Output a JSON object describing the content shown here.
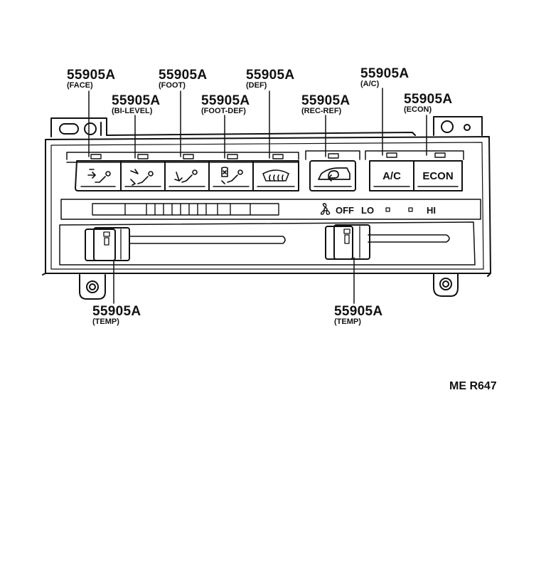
{
  "callouts": [
    {
      "key": "face",
      "part": "55905A",
      "label": "(FACE)"
    },
    {
      "key": "bi_level",
      "part": "55905A",
      "label": "(BI-LEVEL)"
    },
    {
      "key": "foot",
      "part": "55905A",
      "label": "(FOOT)"
    },
    {
      "key": "foot_def",
      "part": "55905A",
      "label": "(FOOT-DEF)"
    },
    {
      "key": "def",
      "part": "55905A",
      "label": "(DEF)"
    },
    {
      "key": "rec_ref",
      "part": "55905A",
      "label": "(REC-REF)"
    },
    {
      "key": "ac",
      "part": "55905A",
      "label": "(A/C)"
    },
    {
      "key": "econ",
      "part": "55905A",
      "label": "(ECON)"
    },
    {
      "key": "temp_left",
      "part": "55905A",
      "label": "(TEMP)"
    },
    {
      "key": "temp_right",
      "part": "55905A",
      "label": "(TEMP)"
    }
  ],
  "buttons": {
    "ac": "A/C",
    "econ": "ECON"
  },
  "fan_scale": {
    "off": "OFF",
    "lo": "LO",
    "hi": "HI"
  },
  "diagram_code": "ME R647"
}
